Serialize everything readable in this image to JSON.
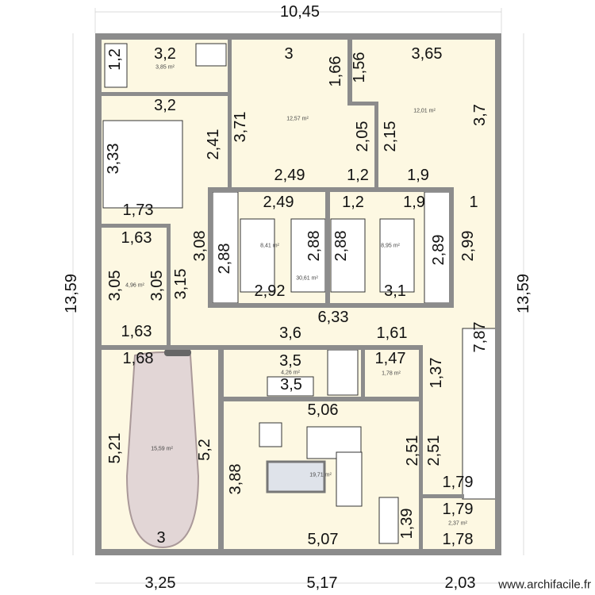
{
  "plan": {
    "dimensions": [
      "10,45",
      "13,59",
      "13,59",
      "1,2",
      "3,2",
      "3",
      "1,66",
      "1,56",
      "3,65",
      "3,2",
      "3,71",
      "3,7",
      "3,33",
      "2,41",
      "2,05",
      "2,15",
      "2,49",
      "1,2",
      "1,9",
      "2,49",
      "1,2",
      "1,9",
      "1",
      "1,73",
      "1,63",
      "3,08",
      "2,88",
      "2,88",
      "2,88",
      "2,89",
      "2,99",
      "3,05",
      "3,05",
      "3,15",
      "2,92",
      "3,1",
      "6,33",
      "3,6",
      "1,63",
      "1,61",
      "7,87",
      "1,68",
      "3,5",
      "1,47",
      "1,37",
      "3,5",
      "5,06",
      "5,21",
      "5,2",
      "2,51",
      "2,51",
      "3,88",
      "1,79",
      "1,79",
      "1,39",
      "1,78",
      "3",
      "5,07",
      "3,25",
      "5,17",
      "2,03"
    ],
    "areas": [
      "3,85 m²",
      "12,57 m²",
      "12,01 m²",
      "8,41 m²",
      "30,61 m²",
      "8,95 m²",
      "4,96 m²",
      "4,26 m²",
      "1,78 m²",
      "15,59 m²",
      "19,71 m²",
      "2,37 m²"
    ],
    "watermark": "www.archifacile.fr",
    "colors": {
      "wall": "#8c8c8c",
      "floor": "#fdf8e2"
    }
  }
}
